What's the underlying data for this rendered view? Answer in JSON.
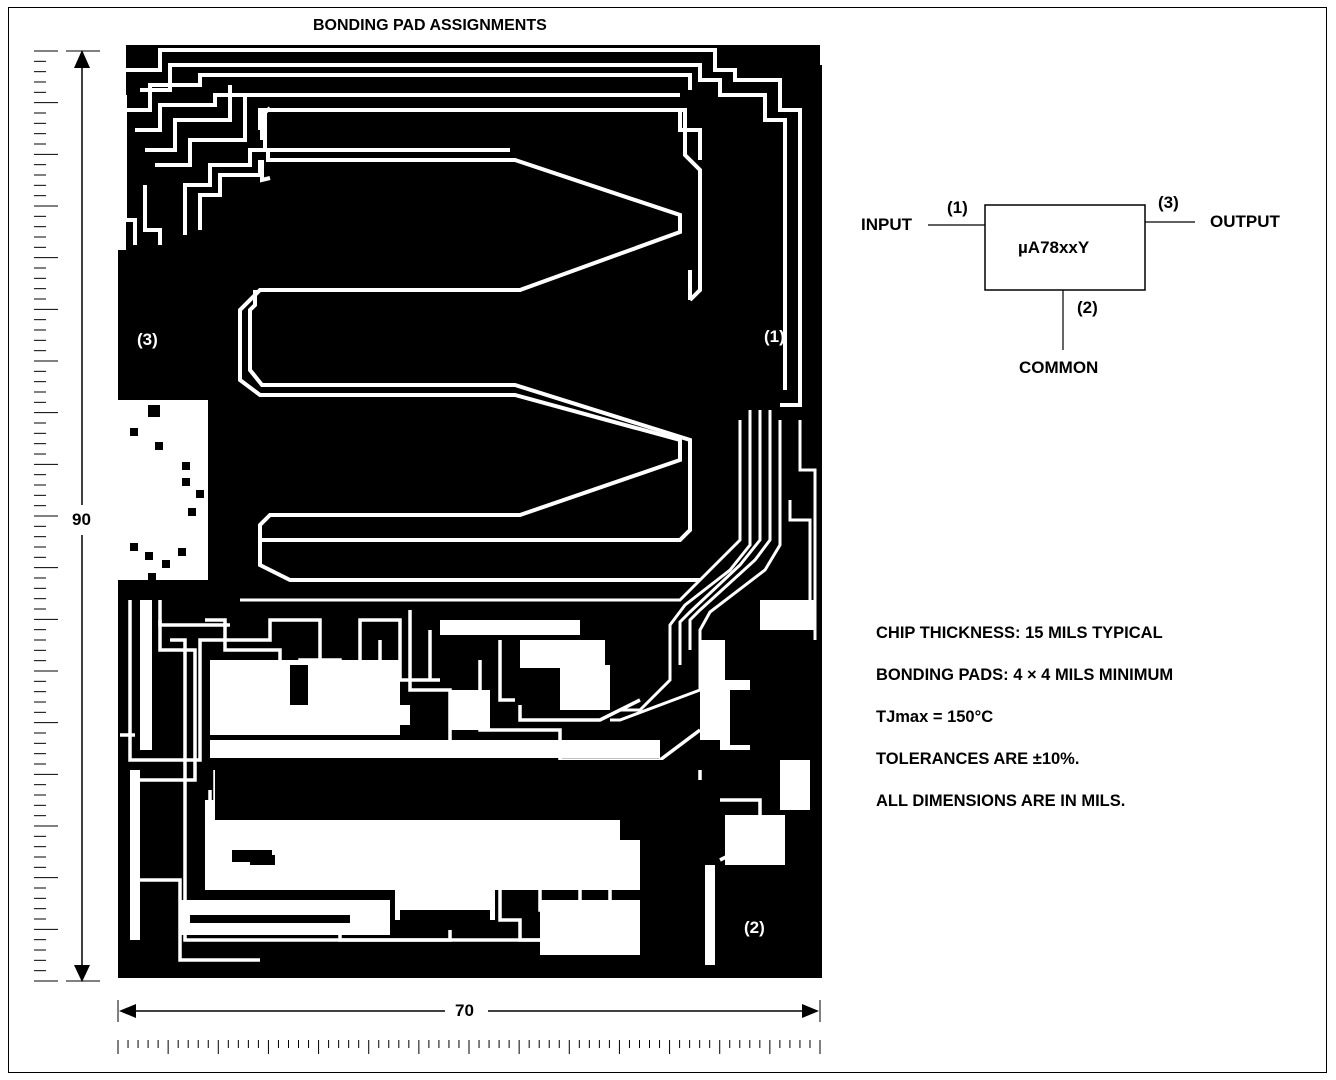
{
  "title": "BONDING PAD ASSIGNMENTS",
  "die": {
    "pad_labels": {
      "pad3": "(3)",
      "pad1": "(1)",
      "pad2": "(2)"
    },
    "height_label": "90",
    "width_label": "70"
  },
  "schematic": {
    "device": "µA78xxY",
    "input_label": "INPUT",
    "output_label": "OUTPUT",
    "common_label": "COMMON",
    "pin_input": "(1)",
    "pin_output": "(3)",
    "pin_common": "(2)"
  },
  "notes": [
    "CHIP THICKNESS: 15 MILS TYPICAL",
    "BONDING PADS: 4 × 4 MILS MINIMUM",
    "TJmax = 150°C",
    "TOLERANCES ARE ±10%.",
    "ALL DIMENSIONS ARE IN MILS."
  ],
  "colors": {
    "metal": "#000000",
    "background": "#ffffff"
  }
}
